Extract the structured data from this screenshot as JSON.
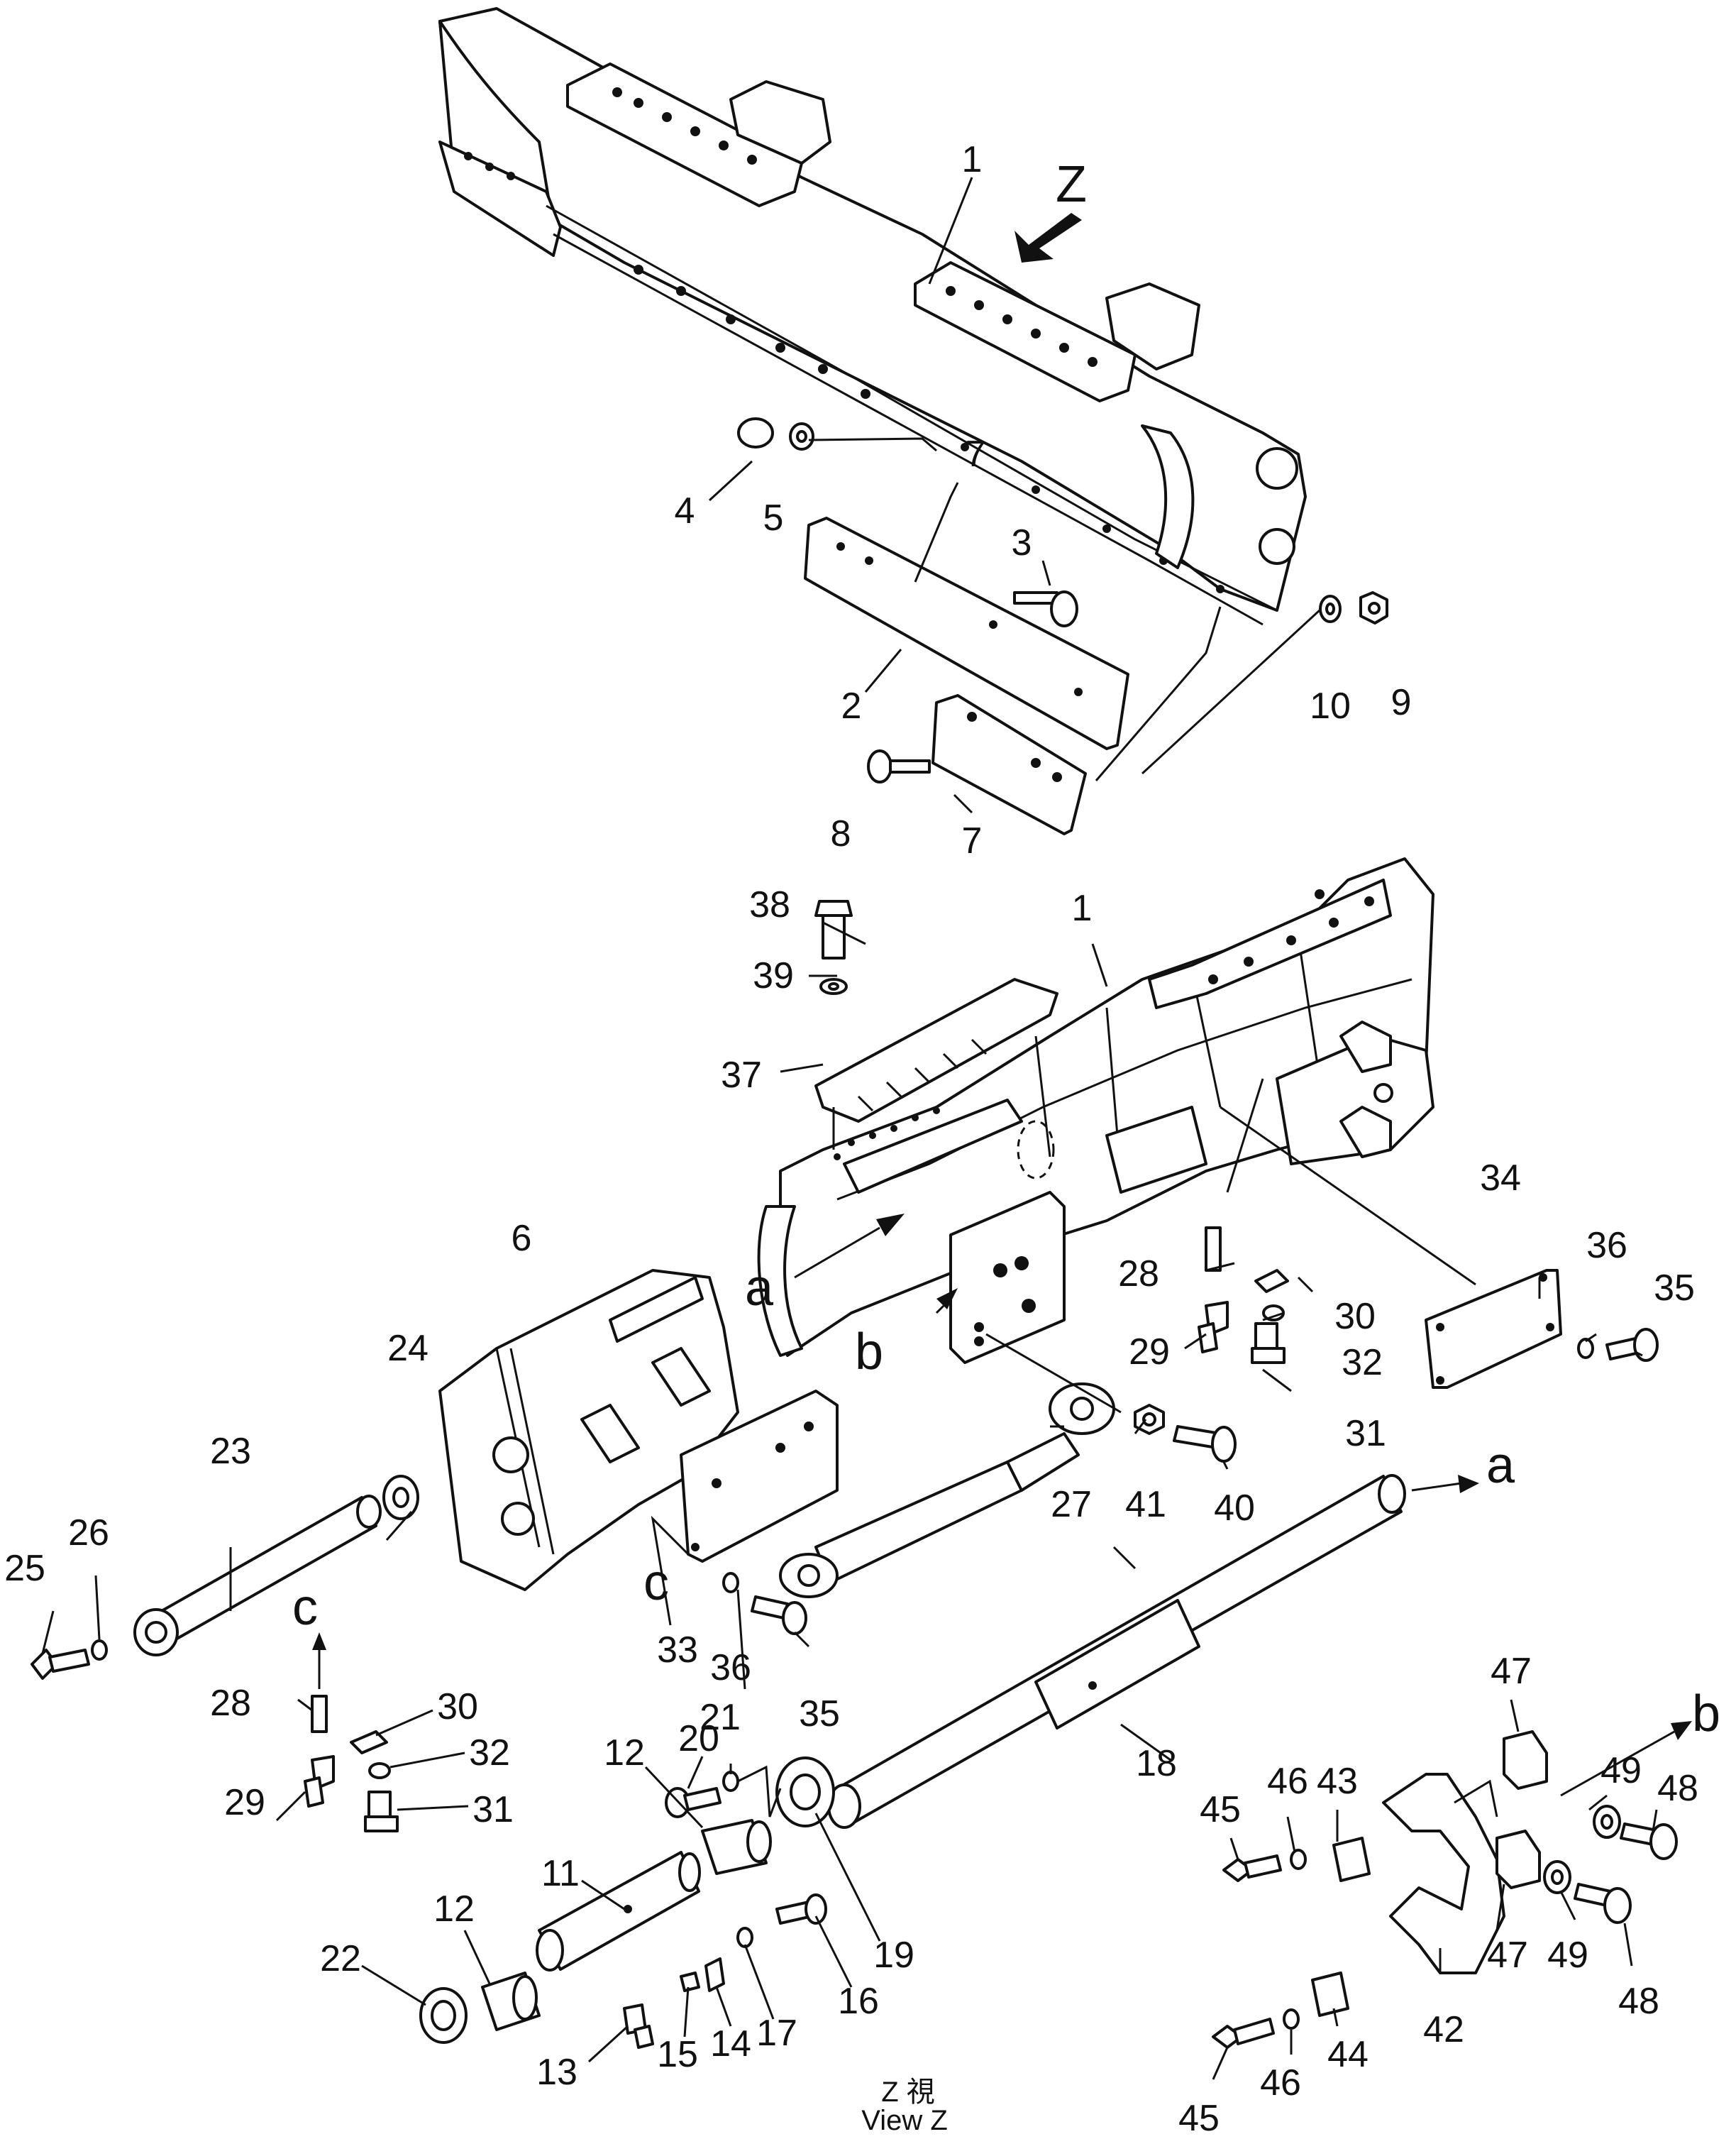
{
  "callouts": [
    {
      "id": "c1a",
      "text": "1"
    },
    {
      "id": "c2",
      "text": "2"
    },
    {
      "id": "c3",
      "text": "3"
    },
    {
      "id": "c4",
      "text": "4"
    },
    {
      "id": "c5",
      "text": "5"
    },
    {
      "id": "c7a",
      "text": "7"
    },
    {
      "id": "c8",
      "text": "8"
    },
    {
      "id": "c9",
      "text": "9"
    },
    {
      "id": "c10",
      "text": "10"
    },
    {
      "id": "c1b",
      "text": "1"
    },
    {
      "id": "c6",
      "text": "6"
    },
    {
      "id": "c11",
      "text": "11"
    },
    {
      "id": "c12a",
      "text": "12"
    },
    {
      "id": "c12b",
      "text": "12"
    },
    {
      "id": "c13",
      "text": "13"
    },
    {
      "id": "c14",
      "text": "14"
    },
    {
      "id": "c15",
      "text": "15"
    },
    {
      "id": "c16",
      "text": "16"
    },
    {
      "id": "c17",
      "text": "17"
    },
    {
      "id": "c18",
      "text": "18"
    },
    {
      "id": "c19",
      "text": "19"
    },
    {
      "id": "c20",
      "text": "20"
    },
    {
      "id": "c21",
      "text": "21"
    },
    {
      "id": "c22",
      "text": "22"
    },
    {
      "id": "c23",
      "text": "23"
    },
    {
      "id": "c24",
      "text": "24"
    },
    {
      "id": "c25",
      "text": "25"
    },
    {
      "id": "c26",
      "text": "26"
    },
    {
      "id": "c27",
      "text": "27"
    },
    {
      "id": "c28a",
      "text": "28"
    },
    {
      "id": "c28b",
      "text": "28"
    },
    {
      "id": "c29a",
      "text": "29"
    },
    {
      "id": "c29b",
      "text": "29"
    },
    {
      "id": "c30a",
      "text": "30"
    },
    {
      "id": "c30b",
      "text": "30"
    },
    {
      "id": "c31a",
      "text": "31"
    },
    {
      "id": "c31b",
      "text": "31"
    },
    {
      "id": "c32a",
      "text": "32"
    },
    {
      "id": "c32b",
      "text": "32"
    },
    {
      "id": "c33",
      "text": "33"
    },
    {
      "id": "c34",
      "text": "34"
    },
    {
      "id": "c35a",
      "text": "35"
    },
    {
      "id": "c35b",
      "text": "35"
    },
    {
      "id": "c36a",
      "text": "36"
    },
    {
      "id": "c36b",
      "text": "36"
    },
    {
      "id": "c37",
      "text": "37"
    },
    {
      "id": "c38",
      "text": "38"
    },
    {
      "id": "c39",
      "text": "39"
    },
    {
      "id": "c40",
      "text": "40"
    },
    {
      "id": "c41",
      "text": "41"
    },
    {
      "id": "c42",
      "text": "42"
    },
    {
      "id": "c43",
      "text": "43"
    },
    {
      "id": "c44",
      "text": "44"
    },
    {
      "id": "c45a",
      "text": "45"
    },
    {
      "id": "c45b",
      "text": "45"
    },
    {
      "id": "c46a",
      "text": "46"
    },
    {
      "id": "c46b",
      "text": "46"
    },
    {
      "id": "c47a",
      "text": "47"
    },
    {
      "id": "c47b",
      "text": "47"
    },
    {
      "id": "c48a",
      "text": "48"
    },
    {
      "id": "c48b",
      "text": "48"
    },
    {
      "id": "c49a",
      "text": "49"
    },
    {
      "id": "c49b",
      "text": "49"
    },
    {
      "id": "c7b",
      "text": "7"
    }
  ],
  "letters": {
    "z": "Z",
    "a1": "a",
    "a2": "a",
    "b1": "b",
    "b2": "b",
    "c1": "c",
    "c2": "c"
  },
  "caption": {
    "line1": "Z    視",
    "line2": "View  Z"
  }
}
